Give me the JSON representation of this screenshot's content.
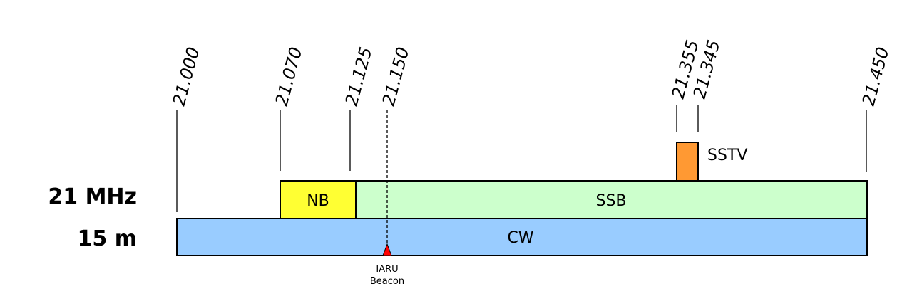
{
  "band": {
    "frequency_label": "21 MHz",
    "wavelength_label": "15 m"
  },
  "frequencies": [
    {
      "label": "21.000",
      "value": 21.0
    },
    {
      "label": "21.070",
      "value": 21.07
    },
    {
      "label": "21.125",
      "value": 21.125
    },
    {
      "label": "21.150",
      "value": 21.15
    },
    {
      "label": "21.355",
      "value": 21.355
    },
    {
      "label": "21.345",
      "value": 21.345
    },
    {
      "label": "21.450",
      "value": 21.45
    }
  ],
  "segments": {
    "cw": {
      "label": "CW",
      "color": "#99ccff"
    },
    "nb": {
      "label": "NB",
      "color": "#ffff33"
    },
    "ssb": {
      "label": "SSB",
      "color": "#ccffcc"
    },
    "sstv": {
      "label": "SSTV",
      "color": "#ff9933"
    }
  },
  "beacon": {
    "line1": "IARU",
    "line2": "Beacon",
    "color": "#ff0000"
  }
}
